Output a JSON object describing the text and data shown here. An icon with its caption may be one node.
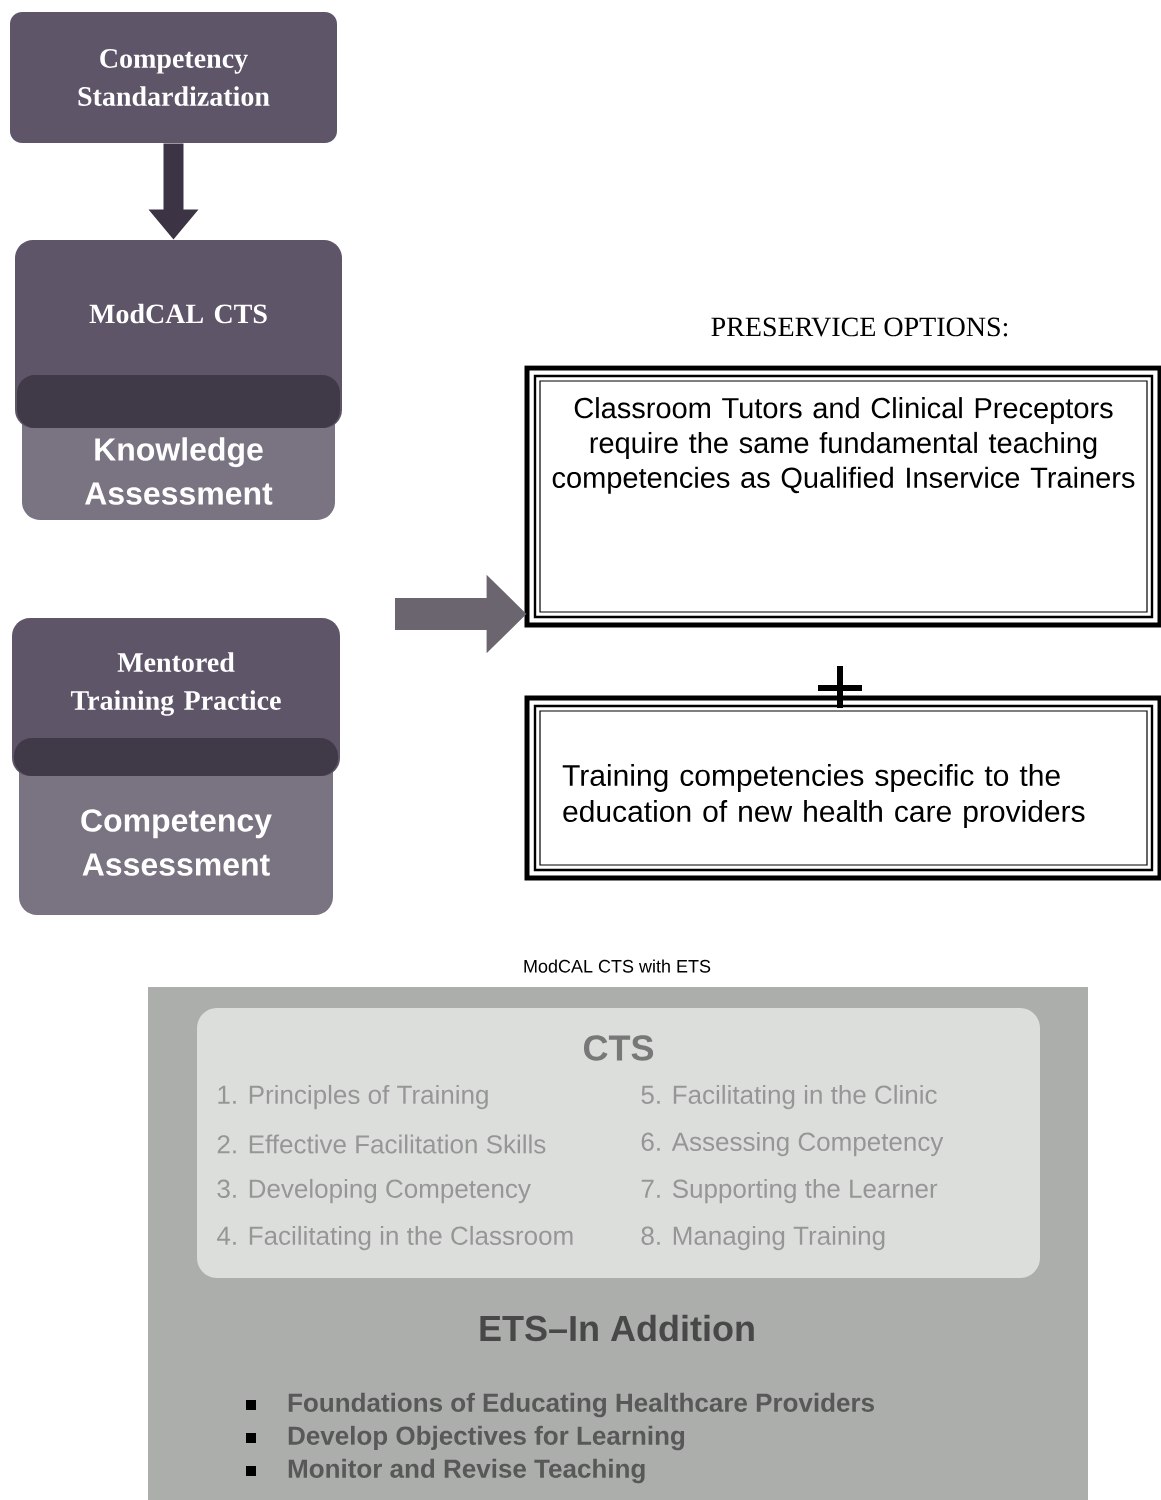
{
  "diagram": {
    "nodes": [
      {
        "text": [
          "Competency Standardization"
        ]
      },
      {
        "text": [
          "ModCAL CTS",
          "Knowledge Assessment"
        ]
      },
      {
        "text": [
          "Mentored Training Practice",
          "Competency Assessment"
        ]
      },
      {
        "text": [
          "Classroom Tutors and Clinical Preceptors require the same fundamental teaching competencies as Qualified Inservice Trainers"
        ]
      },
      {
        "text": [
          "Training competencies specific to the education of new health care providers"
        ]
      },
      {
        "text": [
          "ETS–In Addition",
          "Foundations of Educating Healthcare Providers",
          "Develop Objectives for Learning",
          "Monitor and Revise Teaching"
        ]
      },
      {
        "text": [
          "CTS",
          "1. Principles of Training",
          "2. Effective Facilitation Skills",
          "3. Developing Competency",
          "4. Facilitating in the Classroom",
          "5. Facilitating in the Clinic",
          "6. Assessing Competency",
          "7. Supporting the Learner",
          "8. Managing Training"
        ],
        "in": 5
      }
    ],
    "edges": [
      {
        "from": 0,
        "to": 1,
        "arrow": "to"
      },
      {
        "from": null,
        "to": 3,
        "arrow": "to"
      }
    ],
    "labels": [
      "PRESERVICE OPTIONS:",
      "ModCAL CTS with ETS"
    ]
  }
}
